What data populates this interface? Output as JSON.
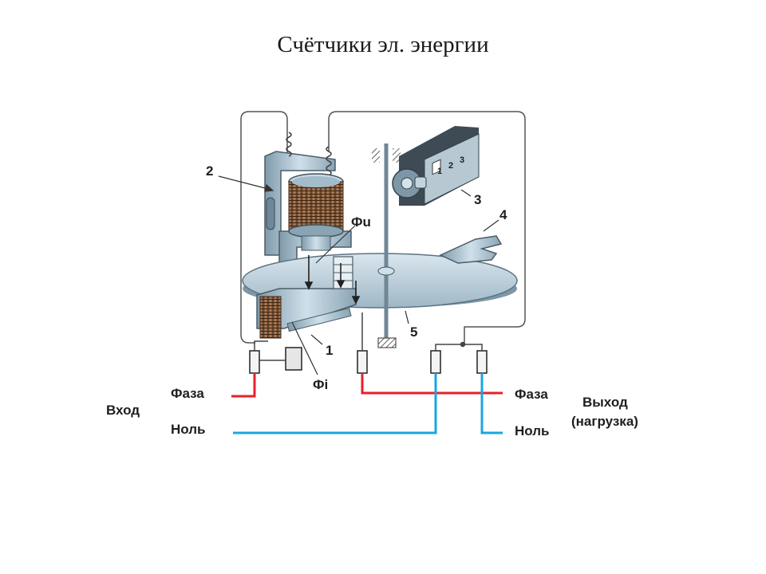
{
  "slide": {
    "title": "Счётчики эл. энергии"
  },
  "diagram": {
    "callouts": {
      "c1": "1",
      "c2": "2",
      "c3": "3",
      "c4": "4",
      "c5": "5"
    },
    "flux": {
      "voltage": "Фu",
      "current": "Фi"
    },
    "input": {
      "label": "Вход",
      "phase": "Фаза",
      "neutral": "Ноль"
    },
    "output": {
      "label_line1": "Выход",
      "label_line2": "(нагрузка)",
      "phase": "Фаза",
      "neutral": "Ноль"
    },
    "register_digits": [
      "1",
      "2",
      "3"
    ],
    "colors": {
      "phase_wire": "#e8202a",
      "neutral_wire": "#19a6e0",
      "steel": "#a8c0ce",
      "coil": "#8a5a3a"
    }
  }
}
